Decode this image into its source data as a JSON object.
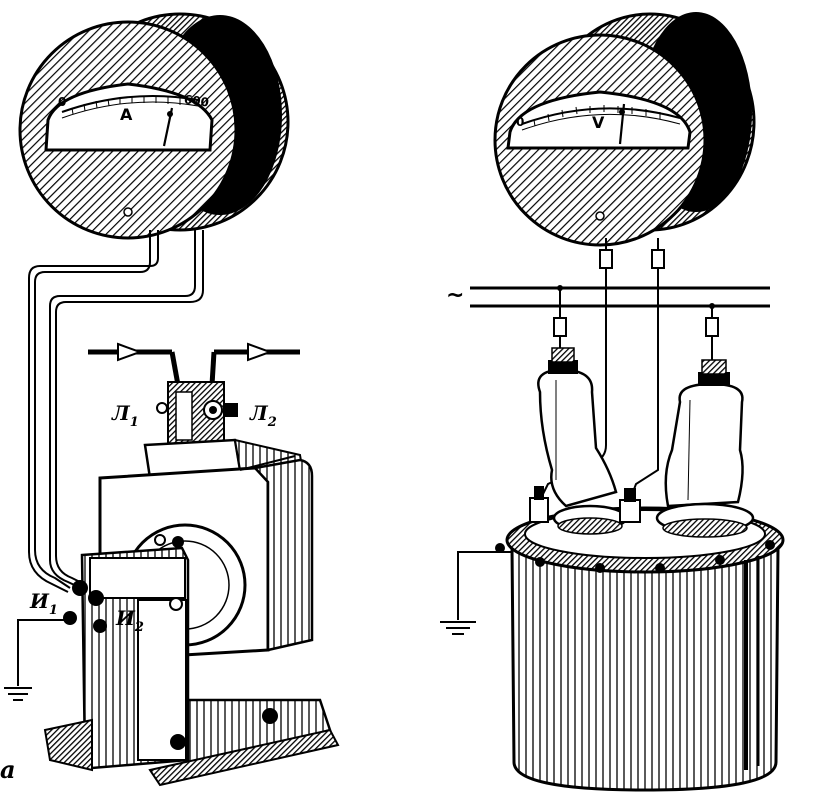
{
  "ammeter": {
    "unit": "A",
    "scale_min": "0",
    "scale_max": "600"
  },
  "voltmeter": {
    "unit": "V",
    "scale_min": "0"
  },
  "terminals": {
    "primary_1": "Л",
    "primary_1_sub": "1",
    "primary_2": "Л",
    "primary_2_sub": "2",
    "secondary_1": "И",
    "secondary_1_sub": "1",
    "secondary_2": "И",
    "secondary_2_sub": "2"
  },
  "supply_symbol": "~",
  "panel_label": "а"
}
